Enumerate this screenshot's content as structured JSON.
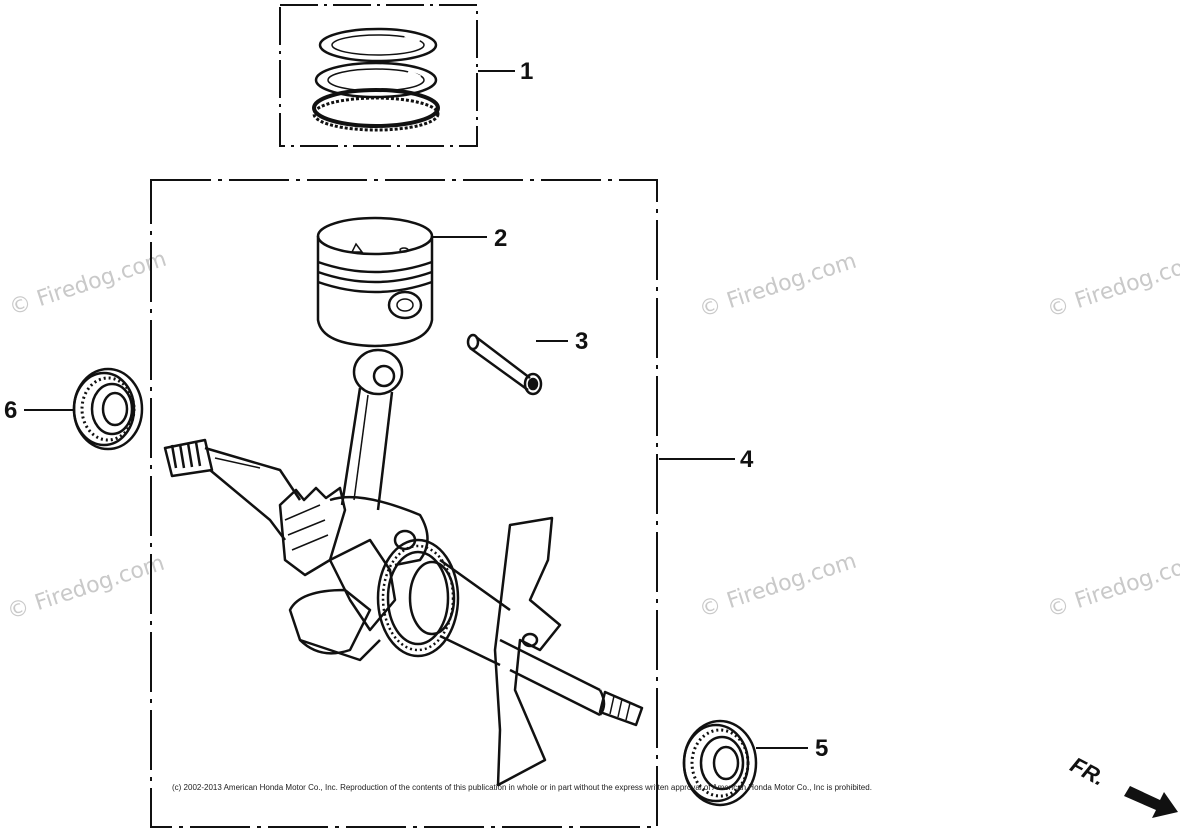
{
  "callouts": {
    "c1": "1",
    "c2": "2",
    "c3": "3",
    "c4": "4",
    "c5": "5",
    "c6": "6"
  },
  "watermark": "© Firedog.com",
  "copyright": "(c) 2002-2013 American Honda Motor Co., Inc. Reproduction of the contents of this publication in whole or in part without the express written approval of American Honda Motor Co., Inc is prohibited.",
  "direction_label": "FR."
}
